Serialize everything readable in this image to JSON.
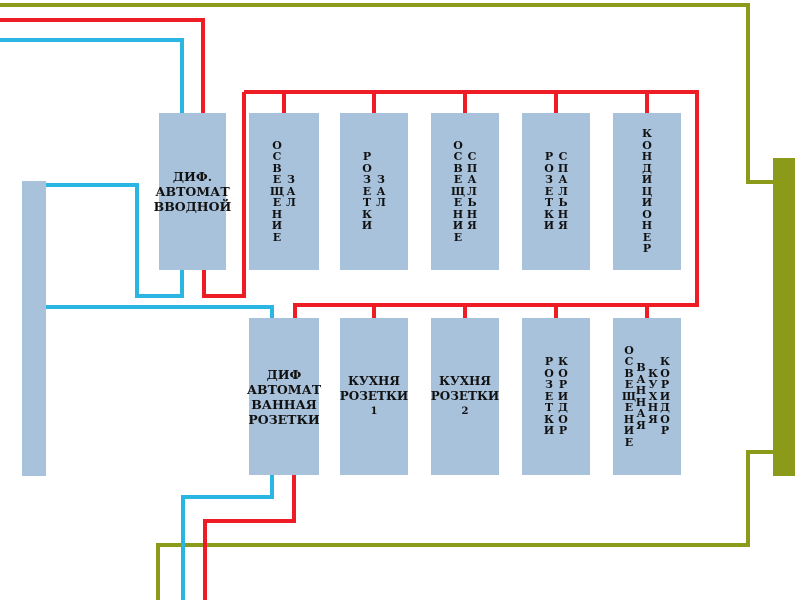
{
  "colors": {
    "phase": "#ee1c24",
    "neutral": "#2bb5e3",
    "ground": "#8c9a1a",
    "module": "#a9c2dc",
    "text": "#111111"
  },
  "input_breaker": {
    "label_line1": "ДИФ.",
    "label_line2": "АВТОМАТ",
    "label_line3": "ВВОДНОЙ"
  },
  "rcd_bathroom": {
    "label_line1": "ДИФ",
    "label_line2": "АВТОМАТ",
    "label_line3": "ВАННАЯ",
    "label_line4": "РОЗЕТКИ"
  },
  "breakers_top": [
    {
      "name": "lighting-hall",
      "columns": [
        "ОСВЕЩЕНИЕ",
        "ЗАЛ"
      ]
    },
    {
      "name": "sockets-hall",
      "columns": [
        "РОЗЕТКИ",
        "ЗАЛ"
      ]
    },
    {
      "name": "lighting-bedroom",
      "columns": [
        "ОСВЕЩЕНИЕ",
        "СПАЛЬНЯ"
      ]
    },
    {
      "name": "sockets-bedroom",
      "columns": [
        "РОЗЕТКИ",
        "СПАЛЬНЯ"
      ]
    },
    {
      "name": "air-conditioner",
      "columns": [
        "КОНДИЦИОНЕР"
      ]
    }
  ],
  "breakers_bottom": {
    "kitchen_1": {
      "line1": "КУХНЯ",
      "line2": "РОЗЕТКИ",
      "line3": "1"
    },
    "kitchen_2": {
      "line1": "КУХНЯ",
      "line2": "РОЗЕТКИ",
      "line3": "2"
    },
    "sockets_corridor": {
      "name": "sockets-corridor",
      "columns": [
        "РОЗЕТКИ",
        "КОРИДОР"
      ]
    },
    "lighting_misc": {
      "name": "lighting-bath-kitchen-corridor",
      "columns": [
        "ОСВЕЩЕНИЕ",
        "ВАННАЯ",
        "КУХНЯ",
        "КОРИДОР"
      ]
    }
  }
}
